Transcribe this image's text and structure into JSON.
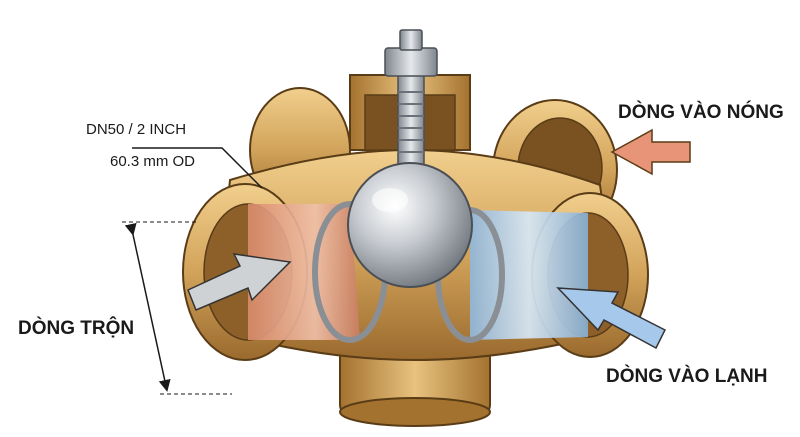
{
  "labels": {
    "size_line1": "DN50 / 2 INCH",
    "size_line2": "60.3 mm OD",
    "hot_inlet": "DÒNG VÀO NÓNG",
    "mixed_flow": "DÒNG TRỘN",
    "cold_inlet": "DÒNG VÀO LẠNH"
  },
  "colors": {
    "brass_light": "#e6bf7a",
    "brass_mid": "#c99a52",
    "brass_dark": "#8a5f28",
    "hot": "#e08a70",
    "cold": "#9cc3e6",
    "mixed_arrow": "#c8c8c8",
    "chrome": "#c9ccd0"
  }
}
